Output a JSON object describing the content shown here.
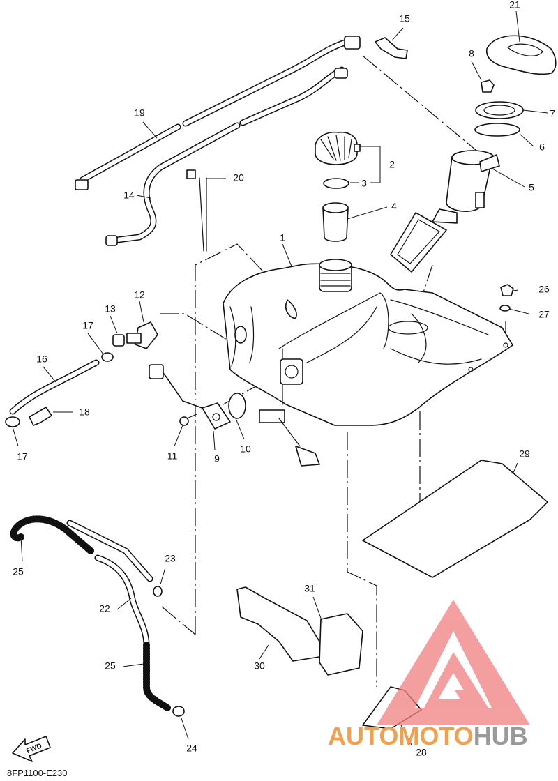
{
  "diagram": {
    "code": "8FP1100-E230",
    "fwd_label": "FWD",
    "callouts": [
      "1",
      "2",
      "3",
      "4",
      "5",
      "6",
      "7",
      "8",
      "9",
      "10",
      "11",
      "12",
      "13",
      "14",
      "15",
      "16",
      "17",
      "17",
      "18",
      "19",
      "20",
      "21",
      "22",
      "23",
      "24",
      "25",
      "25",
      "26",
      "27",
      "28",
      "29",
      "30",
      "31"
    ]
  },
  "watermark": {
    "part1": "AUTO",
    "part2": "MOTO",
    "part3": "HUB",
    "color_primary": "#f0a050",
    "color_secondary": "#9a9a9a",
    "color_logo": "#f08080"
  }
}
